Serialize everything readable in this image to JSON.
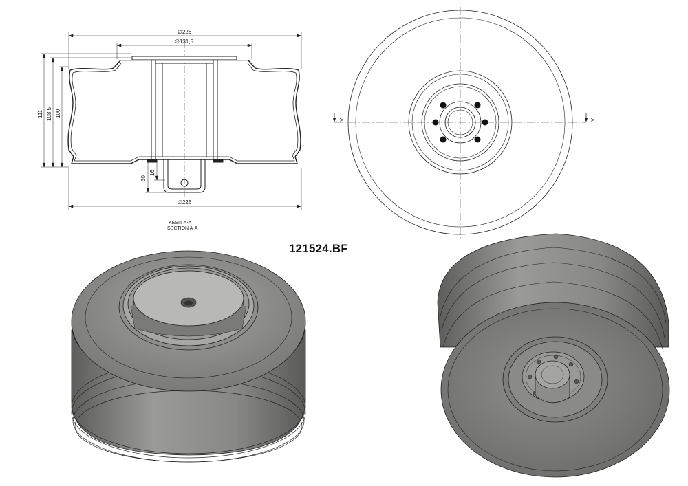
{
  "drawing": {
    "part_number": "121524.BF",
    "section_label_line1": "KESIT A-A",
    "section_label_line2": "SECTION A-A",
    "section_marker": "A",
    "dimensions": {
      "outer_dia_top": "∅226",
      "plate_dia": "∅131,5",
      "outer_dia_bottom": "∅226",
      "height_overall": "111",
      "height_mid": "108,5",
      "height_body": "100",
      "stud_30": "30",
      "stud_16": "16"
    }
  },
  "colors": {
    "line": "#222222",
    "bellows_fill": "#8a8a88",
    "shadow": "#555555",
    "bolt_hole": "#111111"
  }
}
